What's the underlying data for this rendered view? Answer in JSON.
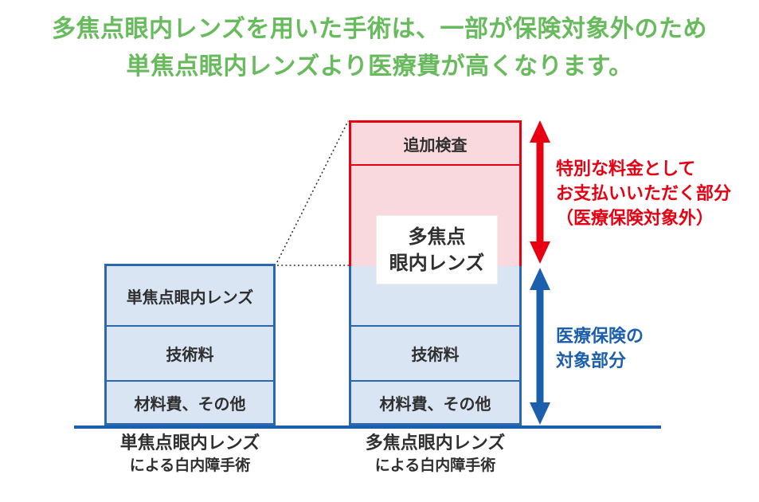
{
  "title": {
    "line1": "多焦点眼内レンズを用いた手術は、一部が保険対象外のため",
    "line2": "単焦点眼内レンズより医療費が高くなります。"
  },
  "bars": {
    "monofocal": {
      "segments": {
        "lens": "単焦点眼内レンズ",
        "technical_fee": "技術料",
        "material": "材料費、その他"
      },
      "axis_label": {
        "line1": "単焦点眼内レンズ",
        "line2": "による白内障手術"
      }
    },
    "multifocal": {
      "extra_exam": "追加検査",
      "lens_box": {
        "line1": "多焦点",
        "line2": "眼内レンズ"
      },
      "segments": {
        "technical_fee": "技術料",
        "material": "材料費、その他"
      },
      "axis_label": {
        "line1": "多焦点眼内レンズ",
        "line2": "による白内障手術"
      }
    }
  },
  "annotations": {
    "non_insured": {
      "line1": "特別な料金として",
      "line2": "お支払いいただく部分",
      "line3": "（医療保険対象外）"
    },
    "insured": {
      "line1": "医療保険の",
      "line2": "対象部分"
    }
  },
  "colors": {
    "title_green": "#67bb5c",
    "red_accent": "#e60012",
    "pink_fill": "#f9d9de",
    "blue_border": "#2a68b0",
    "light_blue_fill": "#d9e5f3",
    "deep_blue": "#1c5fac",
    "text_dark": "#2f2f2f"
  }
}
